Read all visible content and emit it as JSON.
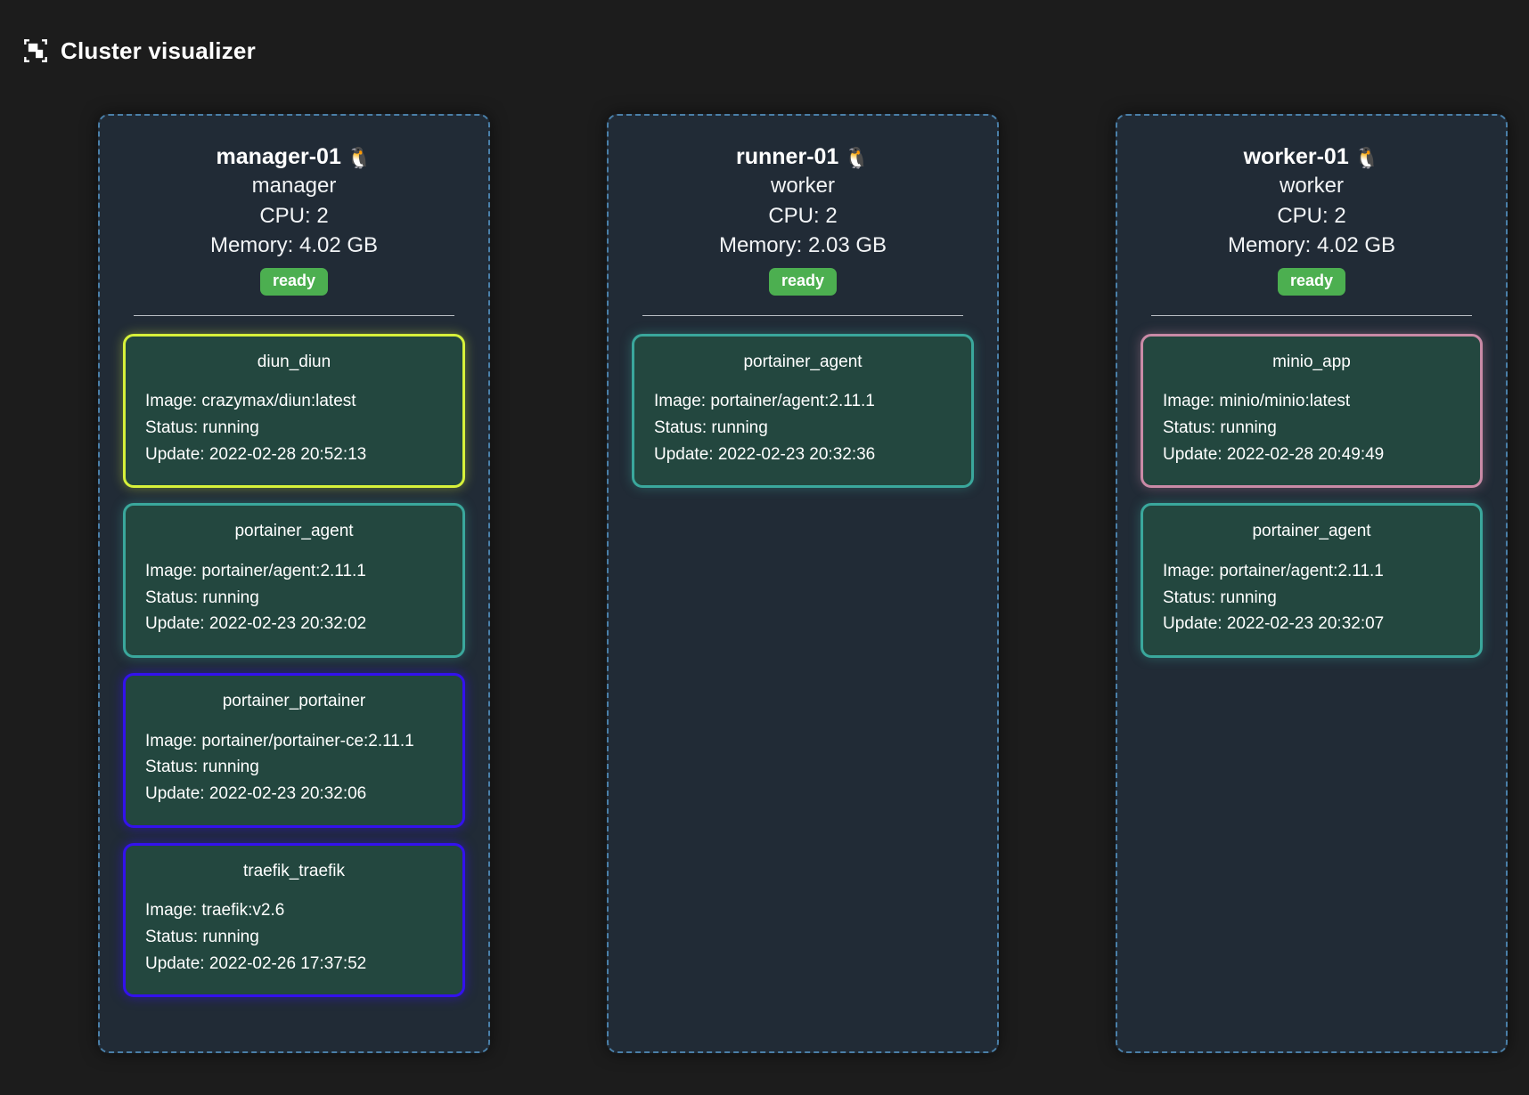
{
  "header": {
    "icon": "cluster-frame-icon",
    "title": "Cluster visualizer"
  },
  "labels": {
    "cpu_prefix": "CPU: ",
    "memory_prefix": "Memory: ",
    "image_prefix": "Image: ",
    "status_prefix": "Status: ",
    "update_prefix": "Update: "
  },
  "colors": {
    "page_background": "#1c1c1c",
    "node_background": "#212b36",
    "node_border": "#4a7fa8",
    "service_background": "#23473f",
    "status_ready": "#4caf50",
    "accent_yellow": "#d7f13a",
    "accent_teal": "#3aa79c",
    "accent_blue": "#3311ee",
    "accent_pink": "#c98aa6",
    "divider": "#b9bec4",
    "text_primary": "#ffffff"
  },
  "nodes": [
    {
      "name": "manager-01",
      "os_icon": "🐧",
      "role": "manager",
      "cpu": "CPU: 2",
      "memory": "Memory: 4.02 GB",
      "status": "ready",
      "services": [
        {
          "name": "diun_diun",
          "image": "Image: crazymax/diun:latest",
          "status": "Status: running",
          "update": "Update: 2022-02-28 20:52:13",
          "accent": "yellow"
        },
        {
          "name": "portainer_agent",
          "image": "Image: portainer/agent:2.11.1",
          "status": "Status: running",
          "update": "Update: 2022-02-23 20:32:02",
          "accent": "teal"
        },
        {
          "name": "portainer_portainer",
          "image": "Image: portainer/portainer-ce:2.11.1",
          "status": "Status: running",
          "update": "Update: 2022-02-23 20:32:06",
          "accent": "blue"
        },
        {
          "name": "traefik_traefik",
          "image": "Image: traefik:v2.6",
          "status": "Status: running",
          "update": "Update: 2022-02-26 17:37:52",
          "accent": "blue"
        }
      ]
    },
    {
      "name": "runner-01",
      "os_icon": "🐧",
      "role": "worker",
      "cpu": "CPU: 2",
      "memory": "Memory: 2.03 GB",
      "status": "ready",
      "services": [
        {
          "name": "portainer_agent",
          "image": "Image: portainer/agent:2.11.1",
          "status": "Status: running",
          "update": "Update: 2022-02-23 20:32:36",
          "accent": "teal"
        }
      ]
    },
    {
      "name": "worker-01",
      "os_icon": "🐧",
      "role": "worker",
      "cpu": "CPU: 2",
      "memory": "Memory: 4.02 GB",
      "status": "ready",
      "services": [
        {
          "name": "minio_app",
          "image": "Image: minio/minio:latest",
          "status": "Status: running",
          "update": "Update: 2022-02-28 20:49:49",
          "accent": "pink"
        },
        {
          "name": "portainer_agent",
          "image": "Image: portainer/agent:2.11.1",
          "status": "Status: running",
          "update": "Update: 2022-02-23 20:32:07",
          "accent": "teal"
        }
      ]
    }
  ]
}
